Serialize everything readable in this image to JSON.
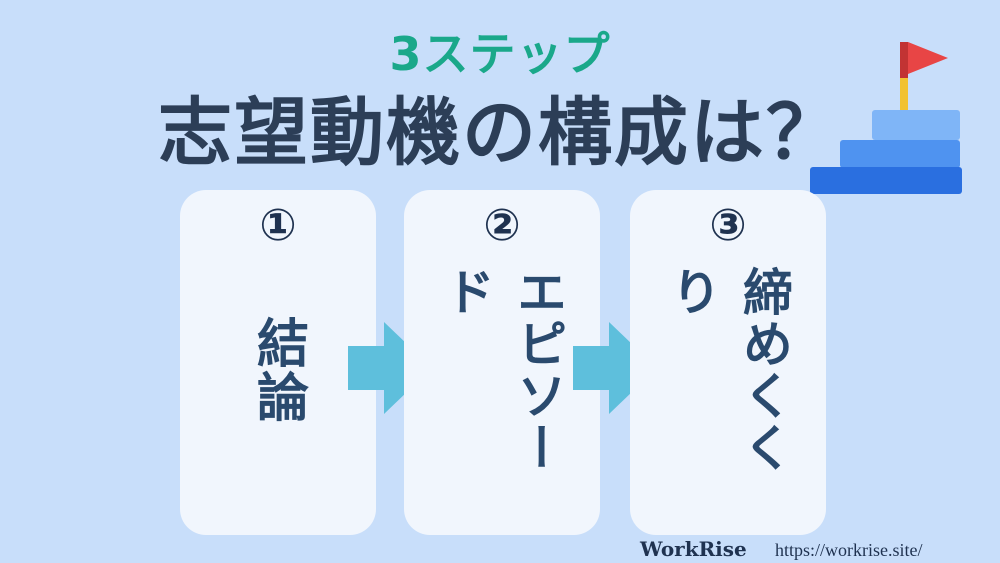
{
  "header": {
    "subtitle": "3ステップ",
    "title": "志望動機の構成は？"
  },
  "steps": [
    {
      "number": "①",
      "label": "結論"
    },
    {
      "number": "②",
      "label": "エピソード"
    },
    {
      "number": "③",
      "label": "締めくくり"
    }
  ],
  "footer": {
    "logo": "WorkRise",
    "url": "https://workrise.site/"
  },
  "colors": {
    "background": "#c8defa",
    "accent_green": "#1aa88a",
    "title_navy": "#2c3e57",
    "arrow": "#5ebfdc",
    "card": "#f1f6fd"
  },
  "icons": [
    "stairs-flag-icon",
    "right-arrow-icon"
  ]
}
